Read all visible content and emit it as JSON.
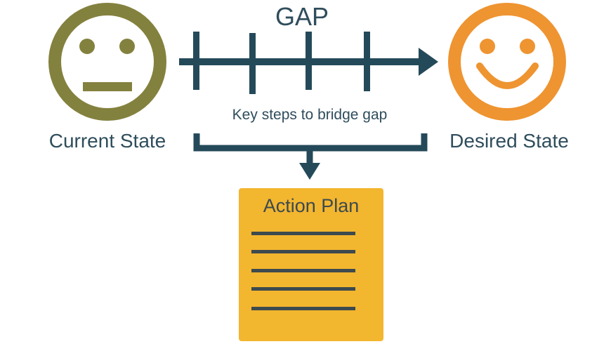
{
  "title": "GAP",
  "current_state": {
    "label": "Current State",
    "icon": "neutral-face-icon"
  },
  "desired_state": {
    "label": "Desired State",
    "icon": "smiley-face-icon"
  },
  "steps_label": "Key steps to bridge gap",
  "action_plan": {
    "title": "Action Plan",
    "icon": "document-lines-icon"
  },
  "colors": {
    "current_face": "#83813e",
    "desired_face": "#ee9431",
    "arrow": "#244a5a",
    "text": "#2f4d5c",
    "plan_fill": "#f3b62f",
    "plan_lines": "#3d4a4e"
  }
}
